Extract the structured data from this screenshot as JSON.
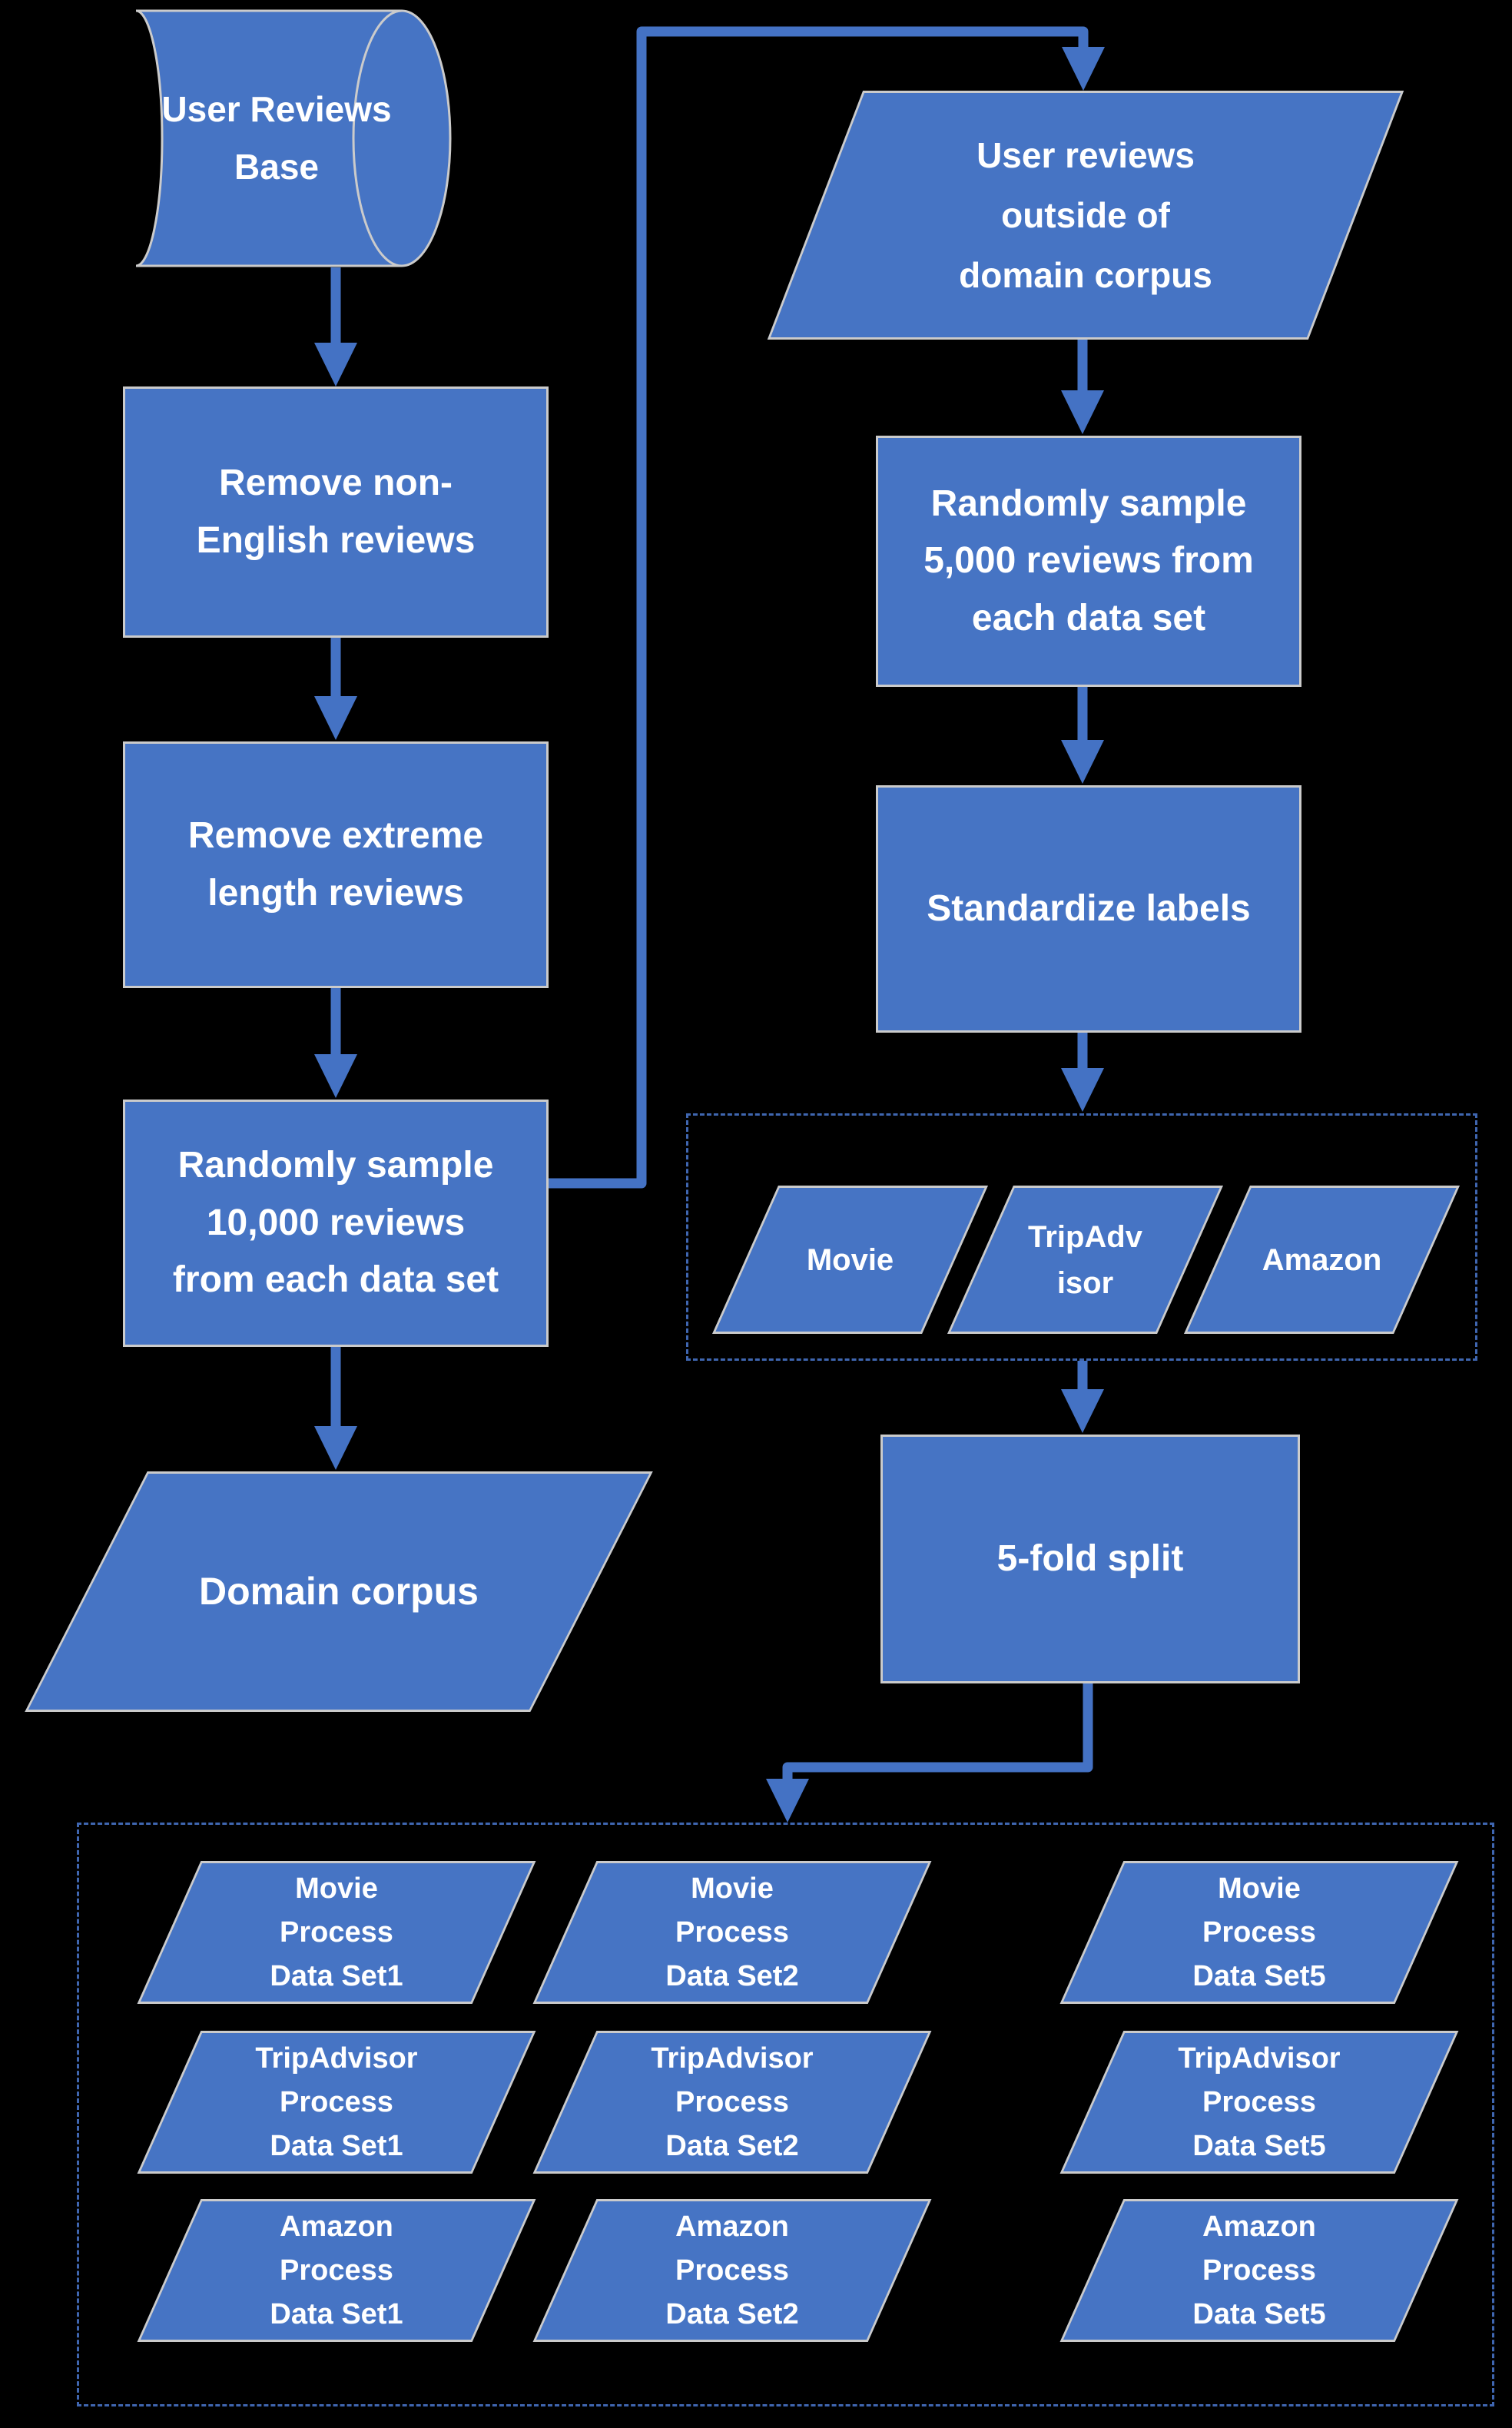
{
  "palette": {
    "background": "#000000",
    "shape_fill": "#4674C4",
    "shape_border": "#CBCBCB",
    "connector": "#4472C4",
    "group_dashed_border": "#3F66B0",
    "text": "#FFFFFF"
  },
  "nodes": {
    "user_reviews_base": {
      "label": "User Reviews\nBase",
      "shape": "cylinder"
    },
    "remove_non_english": {
      "label": "Remove non-\nEnglish reviews",
      "shape": "process"
    },
    "remove_extreme_length": {
      "label": "Remove extreme\nlength reviews",
      "shape": "process"
    },
    "sample_10k": {
      "label": "Randomly sample\n10,000 reviews\nfrom each data set",
      "shape": "process"
    },
    "domain_corpus": {
      "label": "Domain corpus",
      "shape": "data-parallelogram"
    },
    "reviews_outside": {
      "label": "User reviews\noutside of\ndomain corpus",
      "shape": "data-parallelogram"
    },
    "sample_5k": {
      "label": "Randomly sample\n5,000 reviews from\neach data set",
      "shape": "process"
    },
    "standardize_labels": {
      "label": "Standardize labels",
      "shape": "process"
    },
    "five_fold_split": {
      "label": "5-fold split",
      "shape": "process"
    }
  },
  "dataset_group": {
    "items": [
      {
        "label": "Movie"
      },
      {
        "label": "TripAdv\nisor"
      },
      {
        "label": "Amazon"
      }
    ]
  },
  "output_group": {
    "rows": [
      {
        "cells": [
          {
            "label": "Movie\nProcess\nData Set1"
          },
          {
            "label": "Movie\nProcess\nData Set2"
          },
          {
            "label": "Movie\nProcess\nData Set5"
          }
        ]
      },
      {
        "cells": [
          {
            "label": "TripAdvisor\nProcess\nData Set1"
          },
          {
            "label": "TripAdvisor\nProcess\nData Set2"
          },
          {
            "label": "TripAdvisor\nProcess\nData Set5"
          }
        ]
      },
      {
        "cells": [
          {
            "label": "Amazon\nProcess\nData Set1"
          },
          {
            "label": "Amazon\nProcess\nData Set2"
          },
          {
            "label": "Amazon\nProcess\nData Set5"
          }
        ]
      }
    ]
  }
}
